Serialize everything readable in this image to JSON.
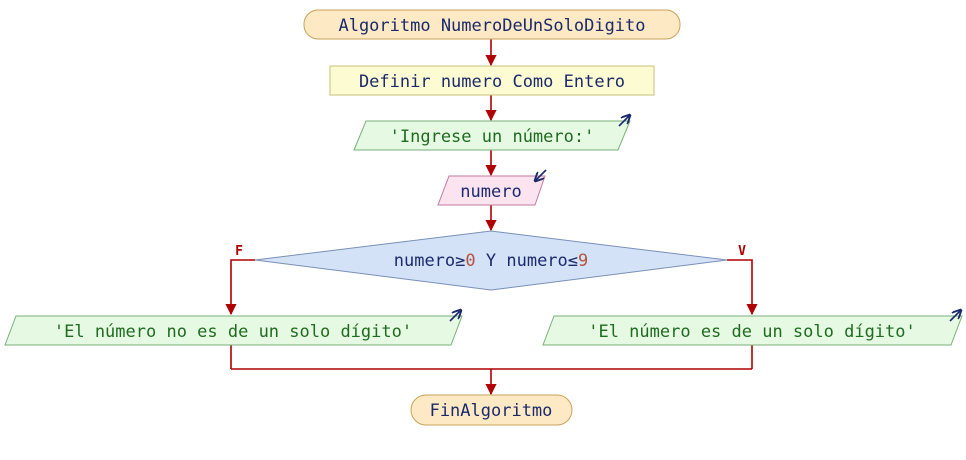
{
  "flowchart": {
    "start": {
      "label": "Algoritmo NumeroDeUnSoloDigito"
    },
    "define": {
      "label": "Definir numero Como Entero"
    },
    "output_prompt": {
      "label": "'Ingrese un número:'"
    },
    "input_numero": {
      "label": "numero"
    },
    "decision": {
      "var_a": "numero≥",
      "num_a": "0",
      "conj": " Y ",
      "var_b": "numero≤",
      "num_b": "9"
    },
    "branch_false": {
      "flag": "F",
      "output": "'El número no es de un solo dígito'"
    },
    "branch_true": {
      "flag": "V",
      "output": "'El número es de un solo dígito'"
    },
    "end": {
      "label": "FinAlgoritmo"
    }
  },
  "colors": {
    "start_end_fill": "#fde9c4",
    "start_end_stroke": "#c9a25a",
    "define_fill": "#fdfbd2",
    "define_stroke": "#c8c07a",
    "output_fill": "#e6f9e3",
    "output_stroke": "#7ab07a",
    "input_fill": "#fce3f0",
    "input_stroke": "#c27aa0",
    "decision_fill": "#d4e2f7",
    "decision_stroke": "#7890b8",
    "arrow": "#b00000",
    "text": "#1a2a6c",
    "string_text": "#1f6b1f",
    "number_text": "#b5533b"
  }
}
